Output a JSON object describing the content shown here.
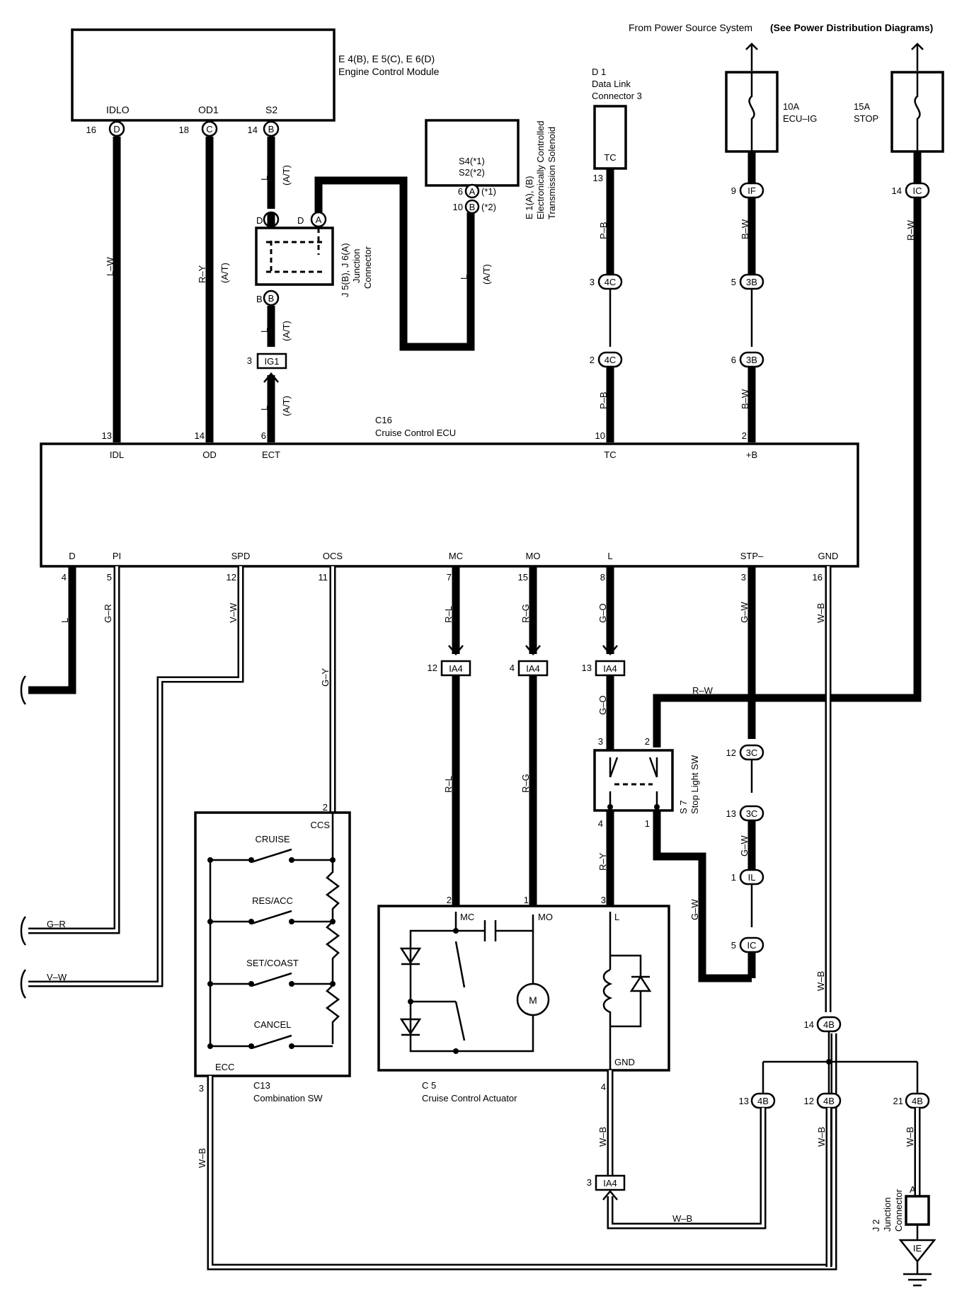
{
  "header": {
    "power_source_prefix": "From Power Source System",
    "power_source_ref": "(See Power Distribution Diagrams)"
  },
  "ecm": {
    "id": "E 4(B), E 5(C), E 6(D)",
    "name": "Engine Control Module",
    "pins": [
      {
        "label": "IDLO",
        "num": "16",
        "conn": "D"
      },
      {
        "label": "OD1",
        "num": "18",
        "conn": "C"
      },
      {
        "label": "S2",
        "num": "14",
        "conn": "B"
      }
    ]
  },
  "solenoid": {
    "id": "E 1(A), (B)",
    "name_line1": "Electronically Controlled",
    "name_line2": "Transmission Solenoid",
    "pin_s4": "S4(*1)",
    "pin_s2": "S2(*2)",
    "conn1": {
      "num": "6",
      "conn": "A",
      "note": "(*1)"
    },
    "conn2": {
      "num": "10",
      "conn": "B",
      "note": "(*2)"
    }
  },
  "dlc": {
    "id": "D 1",
    "name_line1": "Data Link",
    "name_line2": "Connector 3",
    "pin": "TC",
    "num": "13"
  },
  "fuse_ecu": {
    "rating": "10A",
    "name": "ECU–IG",
    "conn_num": "9",
    "conn": "IF"
  },
  "fuse_stop": {
    "rating": "15A",
    "name": "STOP",
    "conn_num": "14",
    "conn": "IC"
  },
  "junction_j5": {
    "id": "J 5(B), J 6(A)",
    "name_line1": "Junction",
    "name_line2": "Connector",
    "top_left": "D",
    "top_left_conn": "A",
    "top_right": "D",
    "top_right_conn": "A",
    "bottom": "B",
    "bottom_conn": "B"
  },
  "ig1": {
    "num": "3",
    "label": "IG1"
  },
  "ecu": {
    "id": "C16",
    "name": "Cruise Control ECU",
    "top_pins": [
      {
        "num": "13",
        "label": "IDL"
      },
      {
        "num": "14",
        "label": "OD"
      },
      {
        "num": "6",
        "label": "ECT"
      },
      {
        "num": "10",
        "label": "TC"
      },
      {
        "num": "2",
        "label": "+B"
      }
    ],
    "bottom_pins": [
      {
        "num": "4",
        "label": "D"
      },
      {
        "num": "5",
        "label": "PI"
      },
      {
        "num": "12",
        "label": "SPD"
      },
      {
        "num": "11",
        "label": "OCS"
      },
      {
        "num": "7",
        "label": "MC"
      },
      {
        "num": "15",
        "label": "MO"
      },
      {
        "num": "8",
        "label": "L"
      },
      {
        "num": "3",
        "label": "STP–"
      },
      {
        "num": "16",
        "label": "GND"
      }
    ]
  },
  "wire_colors": {
    "l_w": "L–W",
    "r_y": "R–Y",
    "l": "L",
    "at": "(A/T)",
    "p_b": "P–B",
    "b_w": "B–W",
    "r_w": "R–W",
    "g_r": "G–R",
    "v_w": "V–W",
    "g_y": "G–Y",
    "r_l": "R–L",
    "r_g": "R–G",
    "g_o": "G–O",
    "g_w": "G–W",
    "w_b": "W–B"
  },
  "connectors": {
    "c4c_top": {
      "num": "3",
      "label": "4C"
    },
    "c4c_bot": {
      "num": "2",
      "label": "4C"
    },
    "c3b_top": {
      "num": "5",
      "label": "3B"
    },
    "c3b_bot": {
      "num": "6",
      "label": "3B"
    },
    "ia4_mc": {
      "num": "12",
      "label": "IA4"
    },
    "ia4_mo": {
      "num": "4",
      "label": "IA4"
    },
    "ia4_l": {
      "num": "13",
      "label": "IA4"
    },
    "ia4_gnd": {
      "num": "3",
      "label": "IA4"
    },
    "c3c_top": {
      "num": "12",
      "label": "3C"
    },
    "c3c_bot": {
      "num": "13",
      "label": "3C"
    },
    "c_il": {
      "num": "1",
      "label": "IL"
    },
    "c_ic5": {
      "num": "5",
      "label": "IC"
    },
    "c4b_14": {
      "num": "14",
      "label": "4B"
    },
    "c4b_13": {
      "num": "13",
      "label": "4B"
    },
    "c4b_12": {
      "num": "12",
      "label": "4B"
    },
    "c4b_21": {
      "num": "21",
      "label": "4B"
    }
  },
  "stop_sw": {
    "id": "S 7",
    "name": "Stop Light SW",
    "pin1": "1",
    "pin2": "2",
    "pin3": "3",
    "pin4": "4"
  },
  "combo_sw": {
    "id": "C13",
    "name": "Combination SW",
    "top_pin": "2",
    "top_label": "CCS",
    "bottom_pin": "3",
    "bottom_label": "ECC",
    "switches": [
      "CRUISE",
      "RES/ACC",
      "SET/COAST",
      "CANCEL"
    ]
  },
  "actuator": {
    "id": "C 5",
    "name": "Cruise Control Actuator",
    "pins": [
      {
        "num": "2",
        "label": "MC"
      },
      {
        "num": "1",
        "label": "MO"
      },
      {
        "num": "3",
        "label": "L"
      }
    ],
    "gnd_num": "4",
    "gnd_label": "GND",
    "motor": "M"
  },
  "j2": {
    "id": "J 2",
    "name_line1": "Junction",
    "name_line2": "Connector",
    "pin": "A",
    "ground": "IE"
  }
}
